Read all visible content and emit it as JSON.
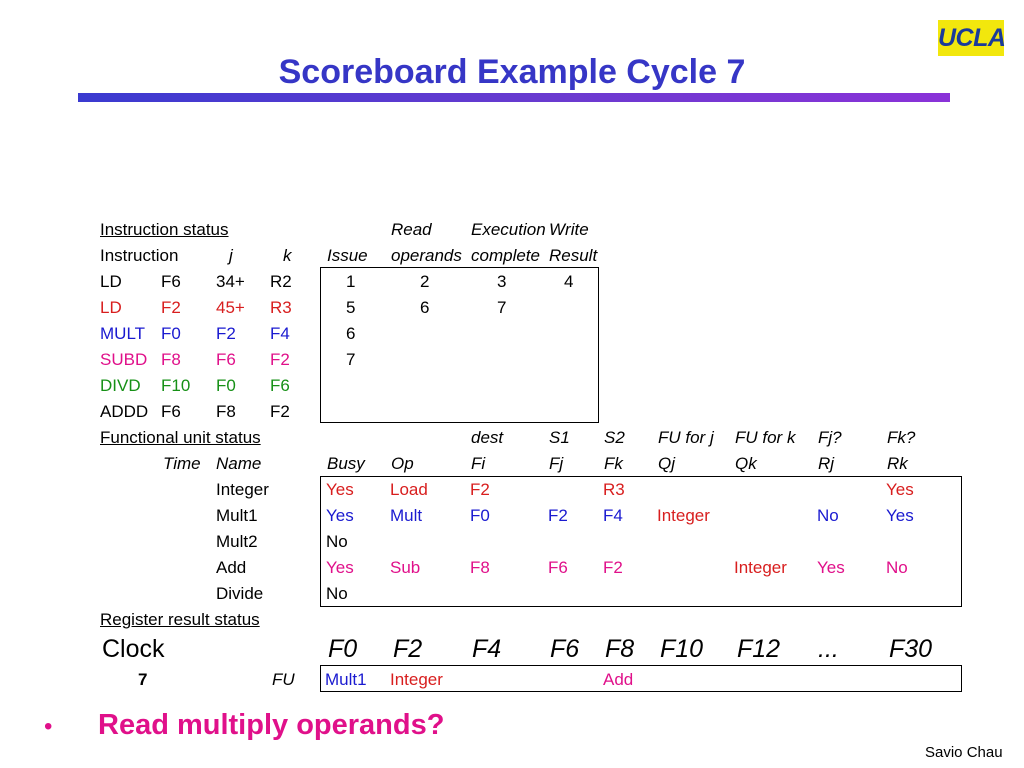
{
  "logo": "UCLA",
  "title": "Scoreboard Example Cycle 7",
  "instr_status": {
    "section": "Instruction status",
    "hdr_read": "Read",
    "hdr_exec": "Execution",
    "hdr_write": "Write",
    "hdr_instruction": "Instruction",
    "hdr_j": "j",
    "hdr_k": "k",
    "hdr_issue": "Issue",
    "hdr_operands": "operands",
    "hdr_complete": "complete",
    "hdr_result": "Result",
    "rows": [
      {
        "op": "LD",
        "d": "F6",
        "j": "34+",
        "k": "R2",
        "issue": "1",
        "read": "2",
        "exec": "3",
        "write": "4"
      },
      {
        "op": "LD",
        "d": "F2",
        "j": "45+",
        "k": "R3",
        "issue": "5",
        "read": "6",
        "exec": "7",
        "write": ""
      },
      {
        "op": "MULT",
        "d": "F0",
        "j": "F2",
        "k": "F4",
        "issue": "6",
        "read": "",
        "exec": "",
        "write": ""
      },
      {
        "op": "SUBD",
        "d": "F8",
        "j": "F6",
        "k": "F2",
        "issue": "7",
        "read": "",
        "exec": "",
        "write": ""
      },
      {
        "op": "DIVD",
        "d": "F10",
        "j": "F0",
        "k": "F6",
        "issue": "",
        "read": "",
        "exec": "",
        "write": ""
      },
      {
        "op": "ADDD",
        "d": "F6",
        "j": "F8",
        "k": "F2",
        "issue": "",
        "read": "",
        "exec": "",
        "write": ""
      }
    ]
  },
  "fu_status": {
    "section": "Functional unit status",
    "hdr_dest": "dest",
    "hdr_s1": "S1",
    "hdr_s2": "S2",
    "hdr_fuj": "FU for j",
    "hdr_fuk": "FU for k",
    "hdr_fjq": "Fj?",
    "hdr_fkq": "Fk?",
    "hdr_time": "Time",
    "hdr_name": "Name",
    "hdr_busy": "Busy",
    "hdr_op": "Op",
    "hdr_fi": "Fi",
    "hdr_fj": "Fj",
    "hdr_fk": "Fk",
    "hdr_qj": "Qj",
    "hdr_qk": "Qk",
    "hdr_rj": "Rj",
    "hdr_rk": "Rk",
    "rows": [
      {
        "name": "Integer",
        "busy": "Yes",
        "op": "Load",
        "fi": "F2",
        "fj": "",
        "fk": "R3",
        "qj": "",
        "qk": "",
        "rj": "",
        "rk": "Yes"
      },
      {
        "name": "Mult1",
        "busy": "Yes",
        "op": "Mult",
        "fi": "F0",
        "fj": "F2",
        "fk": "F4",
        "qj": "Integer",
        "qk": "",
        "rj": "No",
        "rk": "Yes"
      },
      {
        "name": "Mult2",
        "busy": "No",
        "op": "",
        "fi": "",
        "fj": "",
        "fk": "",
        "qj": "",
        "qk": "",
        "rj": "",
        "rk": ""
      },
      {
        "name": "Add",
        "busy": "Yes",
        "op": "Sub",
        "fi": "F8",
        "fj": "F6",
        "fk": "F2",
        "qj": "",
        "qk": "Integer",
        "rj": "Yes",
        "rk": "No"
      },
      {
        "name": "Divide",
        "busy": "No",
        "op": "",
        "fi": "",
        "fj": "",
        "fk": "",
        "qj": "",
        "qk": "",
        "rj": "",
        "rk": ""
      }
    ]
  },
  "reg_status": {
    "section": "Register result status",
    "clock_label": "Clock",
    "clock_value": "7",
    "fu_label": "FU",
    "registers": [
      "F0",
      "F2",
      "F4",
      "F6",
      "F8",
      "F10",
      "F12",
      "...",
      "F30"
    ],
    "values": [
      "Mult1",
      "Integer",
      "",
      "",
      "Add",
      "",
      "",
      "",
      ""
    ]
  },
  "bullet": "Read multiply operands?",
  "footer": "Savio Chau",
  "colors": {
    "title": "#3636c6",
    "red": "#d81e1e",
    "blue": "#1a1ad0",
    "pink": "#e0108a",
    "green": "#169016",
    "logo_bg": "#f2e70d"
  }
}
